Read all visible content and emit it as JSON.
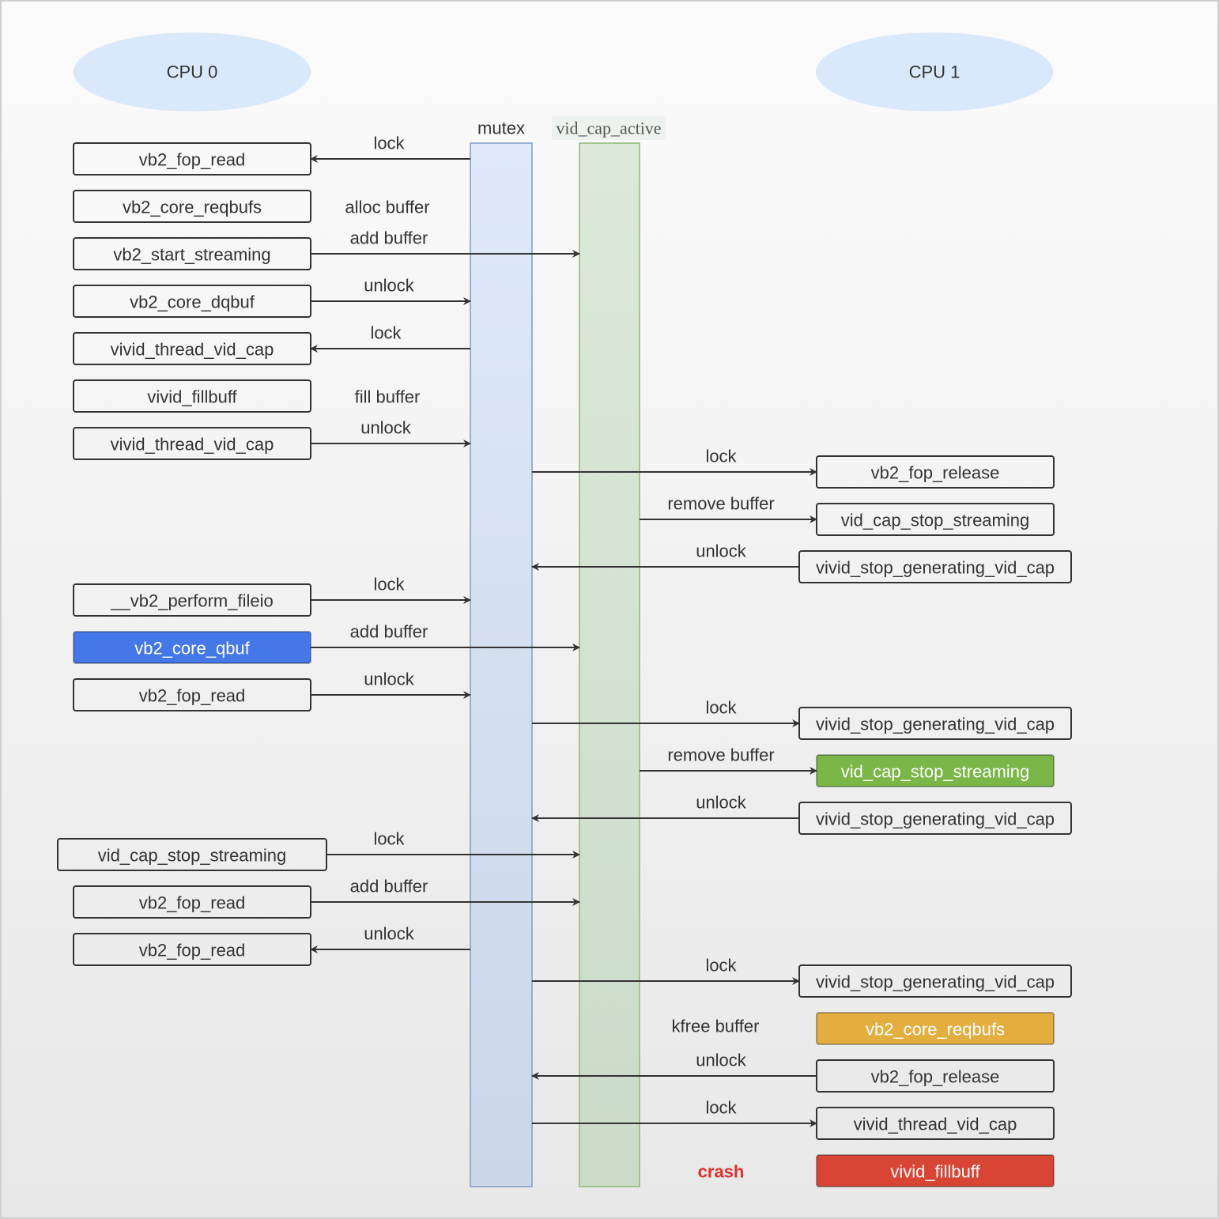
{
  "cpus": [
    "CPU 0",
    "CPU 1"
  ],
  "resources": {
    "mutex": "mutex",
    "vid_cap_active": "vid_cap_active"
  },
  "colors": {
    "cpu_fill": "#dae8fc",
    "mutex_fill": "#dae8fc",
    "mutex_stroke": "#6c8ebf",
    "active_fill": "#d5e8d4",
    "active_stroke": "#82b366",
    "blue": "#4477e8",
    "green": "#7ab648",
    "orange": "#e4ae3f",
    "red": "#d94535",
    "crash_text": "#e03030"
  },
  "cpu0_events": [
    {
      "func": "vb2_fop_read",
      "label": "lock"
    },
    {
      "func": "vb2_core_reqbufs",
      "label": "alloc buffer"
    },
    {
      "func": "vb2_start_streaming",
      "label": "add buffer"
    },
    {
      "func": "vb2_core_dqbuf",
      "label": "unlock"
    },
    {
      "func": "vivid_thread_vid_cap",
      "label": "lock"
    },
    {
      "func": "vivid_fillbuff",
      "label": "fill buffer"
    },
    {
      "func": "vivid_thread_vid_cap",
      "label": "unlock"
    },
    {
      "func": "__vb2_perform_fileio",
      "label": "lock"
    },
    {
      "func": "vb2_core_qbuf",
      "label": "add buffer",
      "highlight": "blue"
    },
    {
      "func": "vb2_fop_read",
      "label": "unlock"
    },
    {
      "func": "vid_cap_stop_streaming",
      "label": "lock"
    },
    {
      "func": "vb2_fop_read",
      "label": "add buffer"
    },
    {
      "func": "vb2_fop_read",
      "label": "unlock"
    }
  ],
  "cpu1_events": [
    {
      "func": "vb2_fop_release",
      "label": "lock"
    },
    {
      "func": "vid_cap_stop_streaming",
      "label": "remove buffer"
    },
    {
      "func": "vivid_stop_generating_vid_cap",
      "label": "unlock"
    },
    {
      "func": "vivid_stop_generating_vid_cap",
      "label": "lock"
    },
    {
      "func": "vid_cap_stop_streaming",
      "label": "remove buffer",
      "highlight": "green"
    },
    {
      "func": "vivid_stop_generating_vid_cap",
      "label": "unlock"
    },
    {
      "func": "vivid_stop_generating_vid_cap",
      "label": "lock"
    },
    {
      "func": "vb2_core_reqbufs",
      "label": "kfree buffer",
      "highlight": "orange"
    },
    {
      "func": "vb2_fop_release",
      "label": "unlock"
    },
    {
      "func": "vivid_thread_vid_cap",
      "label": "lock"
    },
    {
      "func": "vivid_fillbuff",
      "label": "crash",
      "highlight": "red"
    }
  ]
}
